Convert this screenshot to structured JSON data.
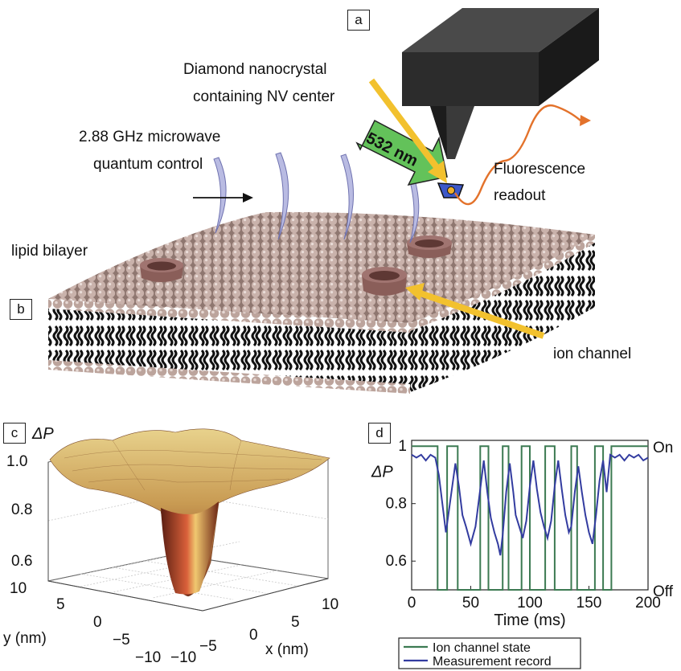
{
  "panels": {
    "a": "a",
    "b": "b",
    "c": "c",
    "d": "d"
  },
  "labels": {
    "nv_line1": "Diamond nanocrystal",
    "nv_line2": "containing NV center",
    "mw_line1": "2.88 GHz microwave",
    "mw_line2": "quantum control",
    "laser": "532 nm",
    "fl_line1": "Fluorescence",
    "fl_line2": "readout",
    "lipid": "lipid bilayer",
    "ion": "ion channel"
  },
  "colors": {
    "tip": "#262626",
    "laser": "#63c25a",
    "arrow": "#f2c12e",
    "fluor": "#e3722b",
    "bead": "#b9a19a",
    "mw": "#b9bbe2",
    "on_state": "#3c7a52",
    "record": "#333ca0"
  },
  "surface": {
    "zlabel": "ΔP",
    "z_ticks": [
      "1.0",
      "0.8",
      "0.6"
    ],
    "y_ticks": [
      "10",
      "5",
      "0",
      "−5",
      "−10"
    ],
    "x_ticks": [
      "−10",
      "−5",
      "0",
      "5",
      "10"
    ],
    "ylabel": "y (nm)",
    "xlabel": "x (nm)"
  },
  "chart_data": {
    "type": "line",
    "xlabel": "Time  (ms)",
    "ylabel": "ΔP",
    "xlim": [
      0,
      200
    ],
    "ylim": [
      0.5,
      1.02
    ],
    "x_ticks": [
      0,
      50,
      100,
      150,
      200
    ],
    "y_ticks": [
      0.6,
      0.8,
      1
    ],
    "right_labels": [
      "On",
      "Off"
    ],
    "series": [
      {
        "name": "Ion channel state",
        "x": [
          0,
          22,
          22,
          30,
          30,
          39,
          39,
          58,
          58,
          65,
          65,
          77,
          77,
          82,
          82,
          93,
          93,
          100,
          100,
          113,
          113,
          121,
          121,
          135,
          135,
          140,
          140,
          155,
          155,
          162,
          162,
          169,
          169,
          200
        ],
        "y": [
          1,
          1,
          0.5,
          0.5,
          1,
          1,
          0.5,
          0.5,
          1,
          1,
          0.5,
          0.5,
          1,
          1,
          0.5,
          0.5,
          1,
          1,
          0.5,
          0.5,
          1,
          1,
          0.5,
          0.5,
          1,
          1,
          0.5,
          0.5,
          1,
          1,
          0.5,
          0.5,
          1,
          1
        ]
      },
      {
        "name": "Measurement record",
        "x": [
          0,
          4,
          8,
          12,
          16,
          20,
          23,
          26,
          29,
          31,
          34,
          37,
          40,
          43,
          46,
          50,
          54,
          58,
          61,
          64,
          67,
          70,
          73,
          75,
          77,
          80,
          83,
          86,
          88,
          91,
          94,
          97,
          100,
          103,
          106,
          109,
          112,
          115,
          118,
          121,
          124,
          127,
          130,
          133,
          135,
          138,
          141,
          144,
          147,
          150,
          153,
          156,
          159,
          162,
          165,
          168,
          172,
          176,
          180,
          184,
          188,
          192,
          196,
          200
        ],
        "y": [
          0.97,
          0.96,
          0.97,
          0.95,
          0.97,
          0.96,
          0.9,
          0.8,
          0.7,
          0.76,
          0.85,
          0.94,
          0.86,
          0.76,
          0.72,
          0.66,
          0.72,
          0.85,
          0.95,
          0.84,
          0.75,
          0.7,
          0.66,
          0.62,
          0.69,
          0.84,
          0.94,
          0.84,
          0.76,
          0.72,
          0.68,
          0.74,
          0.86,
          0.95,
          0.85,
          0.77,
          0.72,
          0.68,
          0.74,
          0.86,
          0.95,
          0.85,
          0.76,
          0.7,
          0.72,
          0.84,
          0.93,
          0.84,
          0.76,
          0.7,
          0.66,
          0.76,
          0.88,
          0.95,
          0.84,
          0.97,
          0.96,
          0.97,
          0.95,
          0.97,
          0.96,
          0.97,
          0.95,
          0.96
        ]
      }
    ]
  }
}
